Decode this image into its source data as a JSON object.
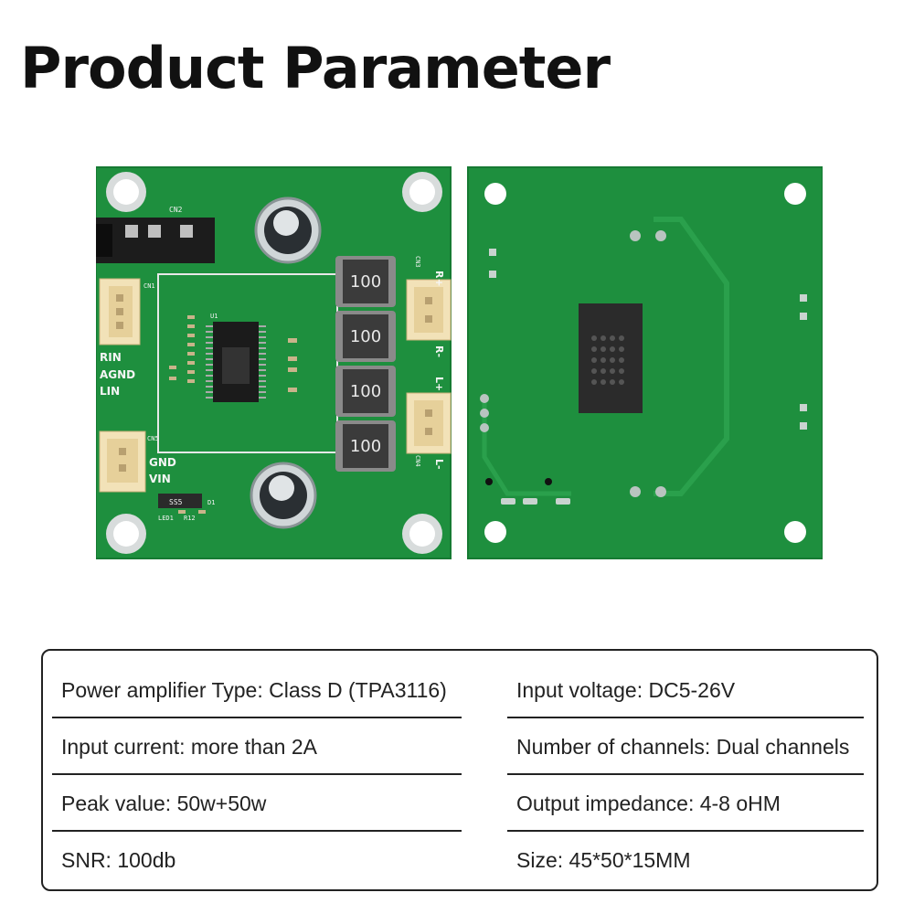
{
  "title": "Product Parameter",
  "board_labels": {
    "front": {
      "rin": "RIN",
      "agnd": "AGND",
      "lin": "LIN",
      "gnd": "GND",
      "vin": "VIN",
      "r_plus": "R+",
      "r_minus": "R-",
      "l_plus": "L+",
      "l_minus": "L-",
      "inductor": "100",
      "cn1": "CN1",
      "cn2": "CN2",
      "cn3": "CN3",
      "cn4": "CN4",
      "cn5": "CN5",
      "u1": "U1",
      "d1": "D1",
      "led1": "LED1",
      "r12": "R12",
      "ss5": "SS5"
    }
  },
  "specs": [
    {
      "left": "Power amplifier Type: Class D (TPA3116)",
      "right": "Input voltage: DC5-26V"
    },
    {
      "left": "Input current: more than 2A",
      "right": "Number of channels: Dual channels"
    },
    {
      "left": "Peak value: 50w+50w",
      "right": "Output impedance: 4-8 oHM"
    },
    {
      "left": "SNR: 100db",
      "right": "Size: 45*50*15MM"
    }
  ]
}
